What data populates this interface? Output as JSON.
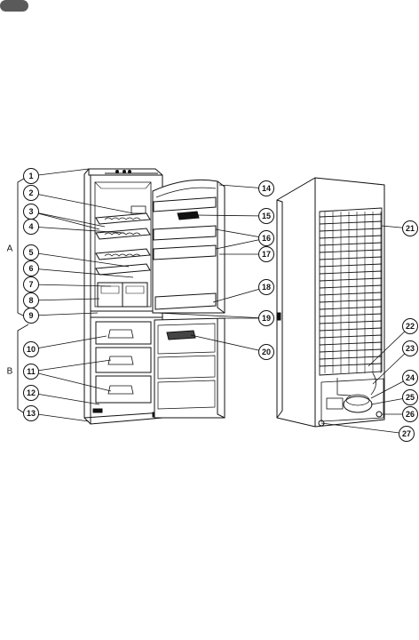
{
  "corner_marker": {
    "label": ""
  },
  "sections": [
    {
      "label": "A"
    },
    {
      "label": "B"
    }
  ],
  "callouts": [
    "1",
    "2",
    "3",
    "4",
    "5",
    "6",
    "7",
    "8",
    "9",
    "10",
    "11",
    "12",
    "13",
    "14",
    "15",
    "16",
    "17",
    "18",
    "19",
    "20",
    "21",
    "22",
    "23",
    "24",
    "25",
    "26",
    "27"
  ]
}
